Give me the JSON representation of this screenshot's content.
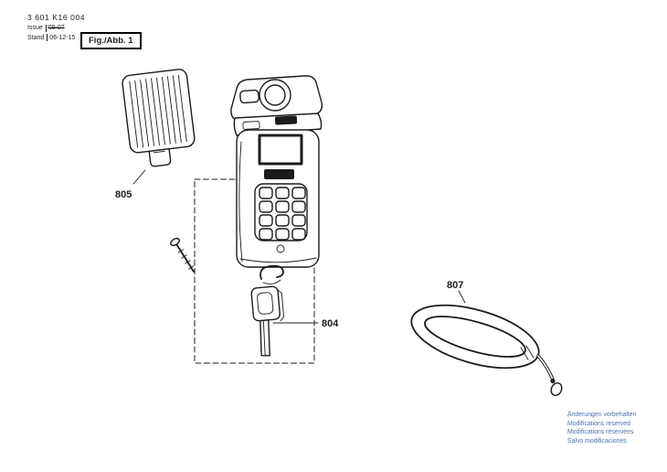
{
  "header": {
    "part_number": "3 601 K16 004",
    "issue_label": "Issue",
    "issue_value": "09-07",
    "stand_label": "Stand",
    "stand_value": "06-12-15",
    "figure_label": "Fig./Abb. 1"
  },
  "parts": {
    "battery_cover": {
      "ref": "805"
    },
    "belt_clip": {
      "ref": "804"
    },
    "wrist_strap": {
      "ref": "807"
    }
  },
  "footer": {
    "lines": [
      "Änderungen vorbehalten",
      "Modifications reserved",
      "Modifications réservées",
      "Salvo modificaciones"
    ]
  },
  "colors": {
    "line": "#1c1c1c",
    "footer_text": "#4a74ad"
  }
}
